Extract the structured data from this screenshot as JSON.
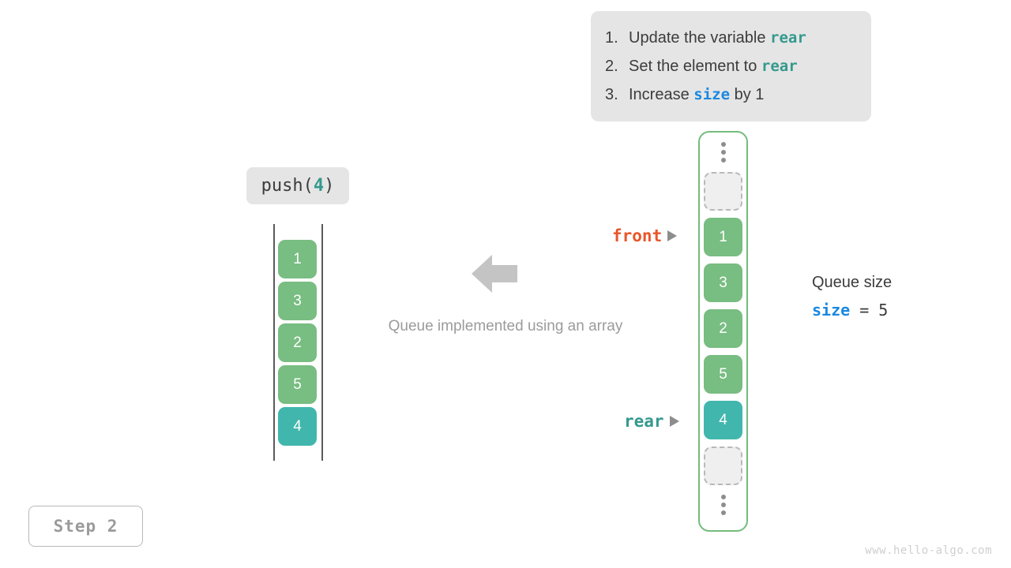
{
  "instructions": {
    "items": [
      {
        "num": "1.",
        "pre": "Update the variable ",
        "kw": "rear",
        "kw_kind": "rear",
        "post": ""
      },
      {
        "num": "2.",
        "pre": "Set the element to ",
        "kw": "rear",
        "kw_kind": "rear",
        "post": ""
      },
      {
        "num": "3.",
        "pre": "Increase ",
        "kw": "size",
        "kw_kind": "size",
        "post": " by 1"
      }
    ]
  },
  "operation": {
    "name": "push(",
    "arg": "4",
    "close": ")"
  },
  "linear_array": {
    "cells": [
      {
        "value": "1",
        "state": "filled"
      },
      {
        "value": "3",
        "state": "filled"
      },
      {
        "value": "2",
        "state": "filled"
      },
      {
        "value": "5",
        "state": "filled"
      },
      {
        "value": "4",
        "state": "highlight"
      }
    ]
  },
  "caption": "Queue implemented using an array",
  "circular_array": {
    "top_ellipsis": "vertical-ellipsis",
    "bottom_ellipsis": "vertical-ellipsis",
    "cells": [
      {
        "value": "",
        "state": "empty"
      },
      {
        "value": "1",
        "state": "filled"
      },
      {
        "value": "3",
        "state": "filled"
      },
      {
        "value": "2",
        "state": "filled"
      },
      {
        "value": "5",
        "state": "filled"
      },
      {
        "value": "4",
        "state": "highlight"
      },
      {
        "value": "",
        "state": "empty"
      }
    ]
  },
  "pointers": {
    "front": "front",
    "rear": "rear"
  },
  "queue_size": {
    "title": "Queue size",
    "var": "size",
    "operator": " = ",
    "value": "5"
  },
  "step_badge": "Step 2",
  "watermark": "www.hello-algo.com",
  "colors": {
    "filled": "#78bd81",
    "highlight": "#41b6ac",
    "empty_fill": "#efefef",
    "empty_border": "#b9b9b9",
    "container_border": "#74bc7d",
    "front_label": "#e8562a",
    "rear_label": "#34998d",
    "size_keyword": "#1b88e0",
    "panel_bg": "#e5e5e5",
    "muted_text": "#9b9b9b",
    "arrow_gray": "#c4c4c4"
  }
}
